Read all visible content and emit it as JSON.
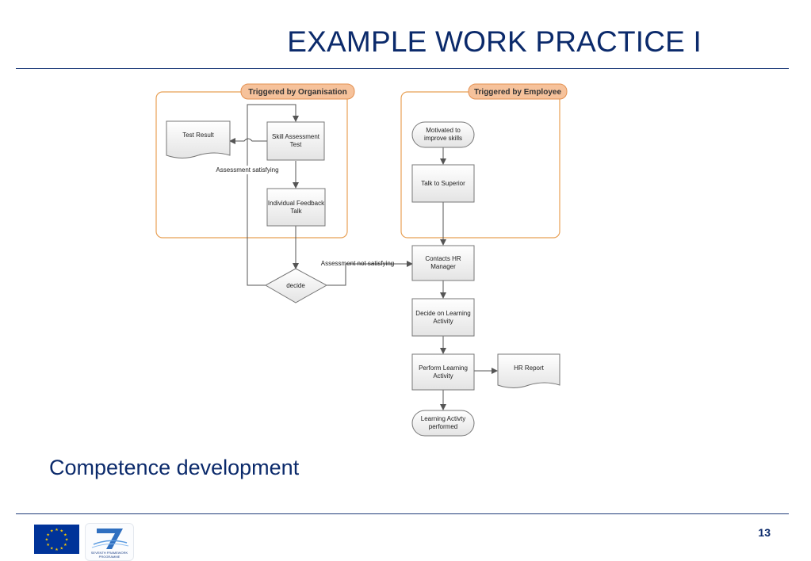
{
  "slide": {
    "title": "EXAMPLE WORK PRACTICE I",
    "subtitle": "Competence development",
    "page_number": "13"
  },
  "diagram": {
    "lanes": {
      "organisation": "Triggered by Organisation",
      "employee": "Triggered by Employee"
    },
    "nodes": {
      "test_result": [
        "Test Result"
      ],
      "skill_assessment": [
        "Skill Assessment",
        "Test"
      ],
      "individual_feedback": [
        "Individual Feedback",
        "Talk"
      ],
      "decide": [
        "decide"
      ],
      "motivated": [
        "Motivated to",
        "improve skills"
      ],
      "talk_superior": [
        "Talk to Superior"
      ],
      "contacts_hr": [
        "Contacts HR",
        "Manager"
      ],
      "decide_learning": [
        "Decide on Learning",
        "Activity"
      ],
      "perform_learning": [
        "Perform Learning",
        "Activity"
      ],
      "hr_report": [
        "HR Report"
      ],
      "learning_performed": [
        "Learning Activty",
        "performed"
      ]
    },
    "edge_labels": {
      "satisfying": "Assessment satisfying",
      "not_satisfying": "Assessment not satisfying"
    }
  },
  "footer": {
    "logo_text": "SEVENTH FRAMEWORK\nPROGRAMME"
  },
  "colors": {
    "title": "#0b2a6b",
    "lane_border": "#e8a055",
    "lane_label_fill": "#f6c29b",
    "node_fill": "#eeeeee",
    "line": "#555555"
  }
}
